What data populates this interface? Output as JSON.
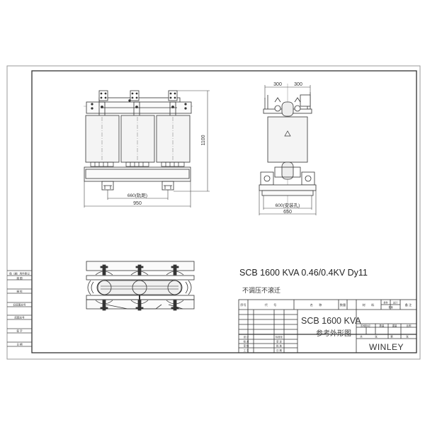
{
  "drawing": {
    "title": "SCB 1600 KVA 0.46/0.4KV Dy11",
    "note": "不调压不滚迁",
    "colors": {
      "line": "#333333",
      "border": "#555555",
      "background": "#ffffff",
      "coil_fill": "#f4f4f4"
    }
  },
  "front_view": {
    "dim_height": "1100",
    "dim_rail": "660(轨距)",
    "dim_width": "950"
  },
  "side_view": {
    "dim_left": "300",
    "dim_right": "300",
    "dim_mount": "600(安装孔)",
    "dim_width": "650"
  },
  "left_strip": {
    "rows": [
      "借（通）用件登记",
      "描 图",
      "描 校",
      "旧底图总号",
      "底图总号",
      "签 字",
      "日 期"
    ]
  },
  "title_block": {
    "header": {
      "seq": "序号",
      "code": "代　　号",
      "name": "名　　称",
      "qty": "数量",
      "material": "材　　料",
      "unit_weight": "单件",
      "total_weight": "总计",
      "weight": "重量",
      "remark": "备 注"
    },
    "product_name": "SCB 1600 KVA",
    "drawing_name": "参考外形图",
    "signatures_left": [
      "设 计",
      "校 对",
      "审 核",
      "工 艺"
    ],
    "signatures_right": [
      "标准化",
      "审 定",
      "批 准",
      "日 期"
    ],
    "stage_row": [
      "阶段标记",
      "数量",
      "重量",
      "比例"
    ],
    "sheet_row": [
      "共",
      "张",
      "第",
      "张"
    ],
    "company": "WINLEY"
  }
}
